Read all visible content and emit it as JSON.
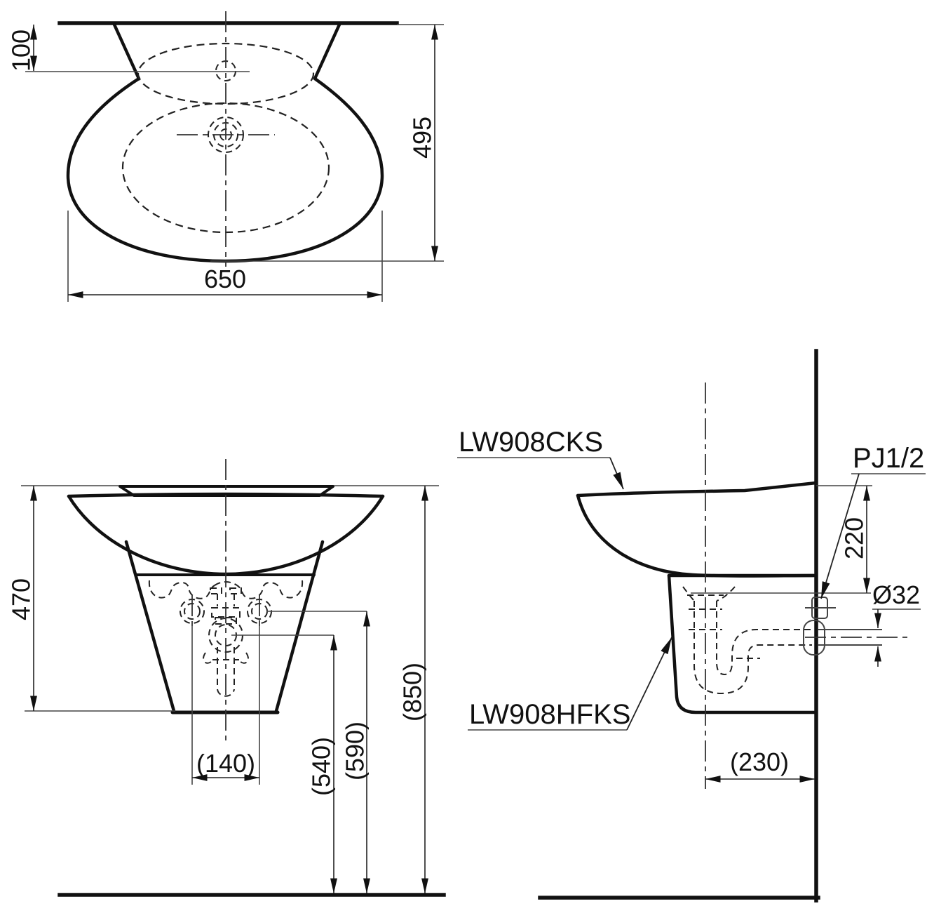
{
  "drawing": {
    "type": "sanitary-ware installation drawing",
    "colors": {
      "line": "#111111",
      "background": "#ffffff"
    },
    "labels": {
      "basin_model": "LW908CKS",
      "pedestal_model": "LW908HFKS",
      "supply_connection": "PJ1/2",
      "drain_diameter": "Ø32"
    },
    "dimensions": {
      "top_faucet_offset": "100",
      "top_depth": "495",
      "top_width": "650",
      "front_basin_height": "470",
      "front_hole_spacing": "(140)",
      "front_drain_height": "(540)",
      "front_hole_height": "(590)",
      "front_rim_height": "(850)",
      "side_supply_drop": "220",
      "side_trap_offset": "(230)",
      "side_drain_diameter": "Ø32"
    }
  }
}
